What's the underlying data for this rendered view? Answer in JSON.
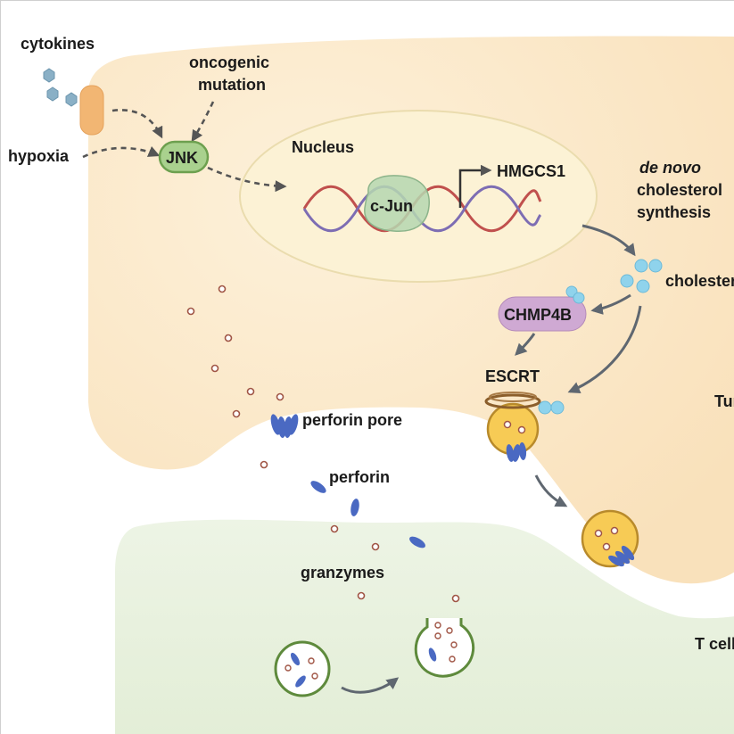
{
  "labels": {
    "cytokines": "cytokines",
    "oncogenic_1": "oncogenic",
    "oncogenic_2": "mutation",
    "hypoxia": "hypoxia",
    "jnk": "JNK",
    "nucleus": "Nucleus",
    "cjun": "c-Jun",
    "hmgcs1": "HMGCS1",
    "denovo": "de novo",
    "cholesterol_synth": "cholesterol",
    "synthesis": "synthesis",
    "cholesterol": "cholesterol",
    "chmp4b": "CHMP4B",
    "escrt": "ESCRT",
    "tumor": "Tumor cell",
    "perforin_pore": "perforin pore",
    "perforin": "perforin",
    "granzymes": "granzymes",
    "tcell": "T cell"
  },
  "colors": {
    "tumor_fill": "#fbe9cc",
    "nucleus_fill": "#fcf2d6",
    "tcell_fill": "#e9f1df",
    "jnk_fill": "#a9d18e",
    "cjun_fill": "#b5d7b0",
    "chmp4b_fill": "#cfa9d3",
    "cholesterol": "#8fd3ec",
    "vesicle_fill": "#f7cb55",
    "vesicle_stroke": "#b88a2b",
    "perforin": "#4a69c2",
    "granzyme_stroke": "#a05545",
    "dna_red": "#c0504d",
    "dna_purple": "#7d6db3",
    "receptor": "#f2b673",
    "cytokine": "#8ab0c6",
    "arrow": "#5f6770",
    "tcell_vesicle": "#5e8a3c"
  }
}
